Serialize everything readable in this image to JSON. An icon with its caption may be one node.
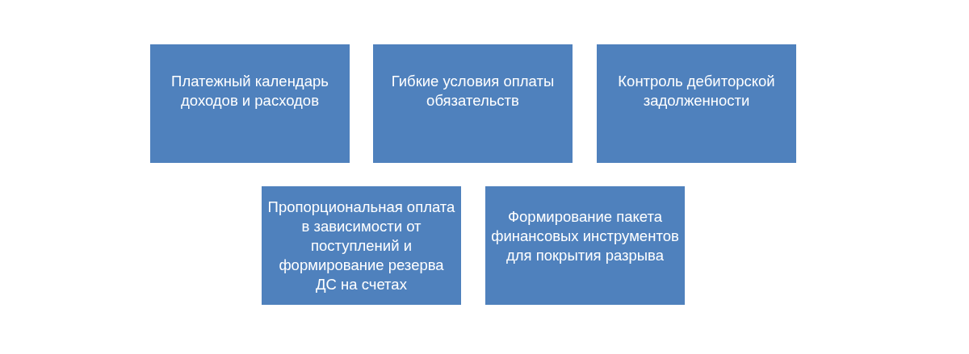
{
  "diagram": {
    "nodes": [
      {
        "text": [
          "Платежный календарь доходов и расходов"
        ]
      },
      {
        "text": [
          "Гибкие условия оплаты обязательств"
        ]
      },
      {
        "text": [
          "Контроль дебиторской задолженности"
        ]
      },
      {
        "text": [
          "Пропорциональная оплата в зависимости от поступлений и формирование резерва ДС на счетах"
        ]
      },
      {
        "text": [
          "Формирование пакета финансовых инструментов для покрытия разрыва"
        ]
      }
    ]
  }
}
